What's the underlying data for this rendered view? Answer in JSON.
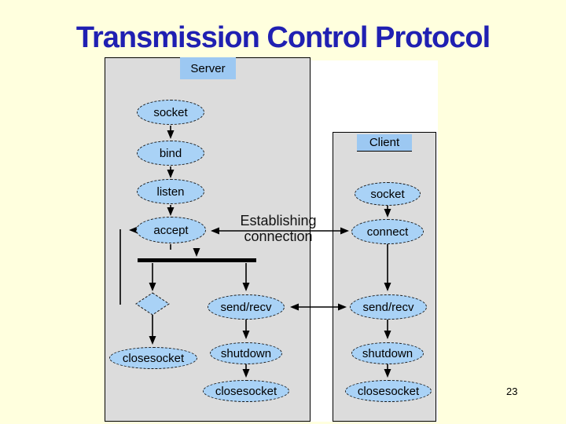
{
  "title": "Transmission Control Protocol",
  "page_number": "23",
  "diagram": {
    "server_label": "Server",
    "client_label": "Client",
    "annotation": {
      "line1": "Establishing",
      "line2": "connection"
    },
    "server_nodes": {
      "socket": "socket",
      "bind": "bind",
      "listen": "listen",
      "accept": "accept",
      "send_recv": "send/recv",
      "shutdown": "shutdown",
      "closesocket": "closesocket",
      "closesocket_left": "closesocket"
    },
    "client_nodes": {
      "socket": "socket",
      "connect": "connect",
      "send_recv": "send/recv",
      "shutdown": "shutdown",
      "closesocket": "closesocket"
    }
  },
  "colors": {
    "background": "#FFFFDE",
    "title": "#2020B2",
    "panel": "#DCDCDC",
    "node_fill": "#A9D2F6",
    "label_fill": "#9CC8F2",
    "ink": "#000000",
    "white_area": "#FFFFFF"
  }
}
